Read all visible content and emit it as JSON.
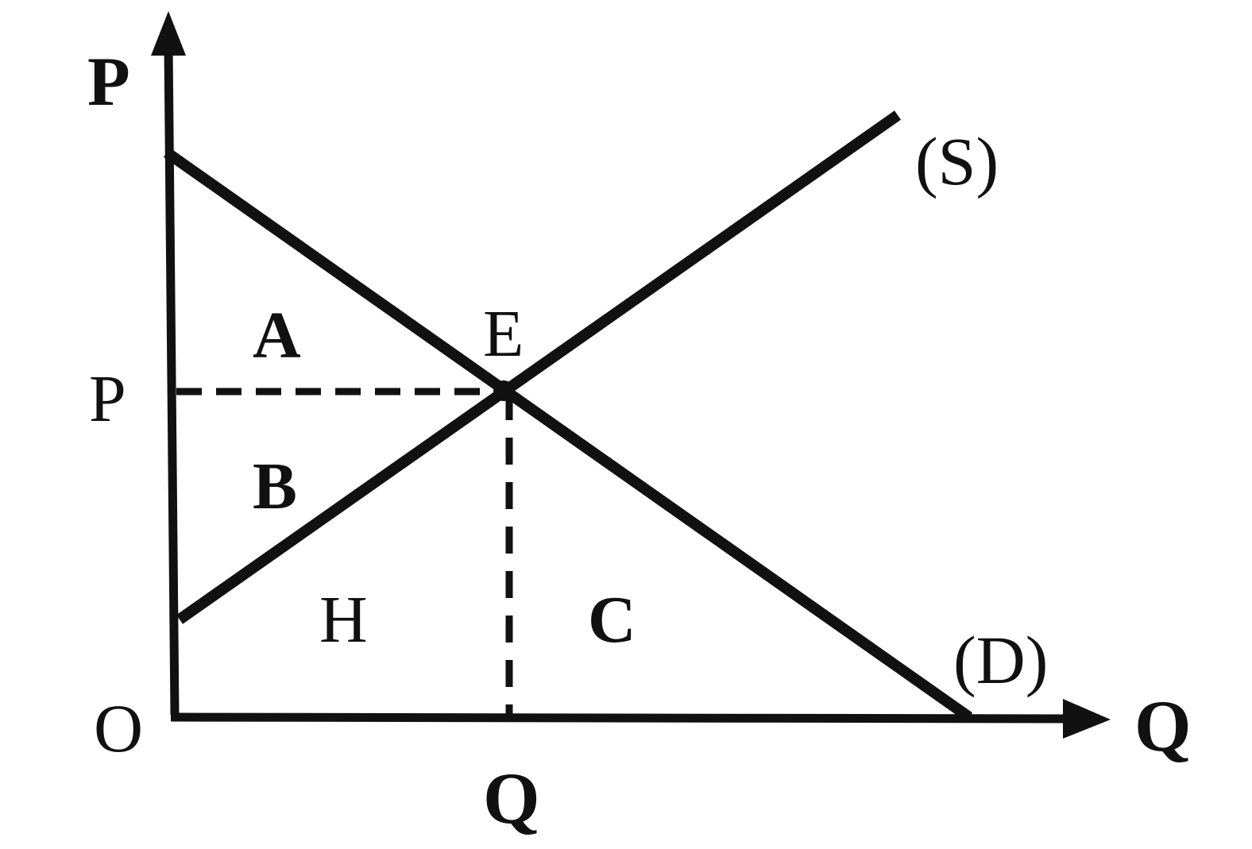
{
  "axes": {
    "y_label": "P",
    "x_label": "Q",
    "origin_label": "O",
    "price_tick_label": "P",
    "quantity_tick_label": "Q"
  },
  "curves": {
    "supply_label": "(S)",
    "demand_label": "(D)"
  },
  "points": {
    "equilibrium_label": "E"
  },
  "regions": {
    "a": "A",
    "b": "B",
    "h": "H",
    "c": "C"
  },
  "colors": {
    "ink": "#111111",
    "background": "#ffffff"
  }
}
